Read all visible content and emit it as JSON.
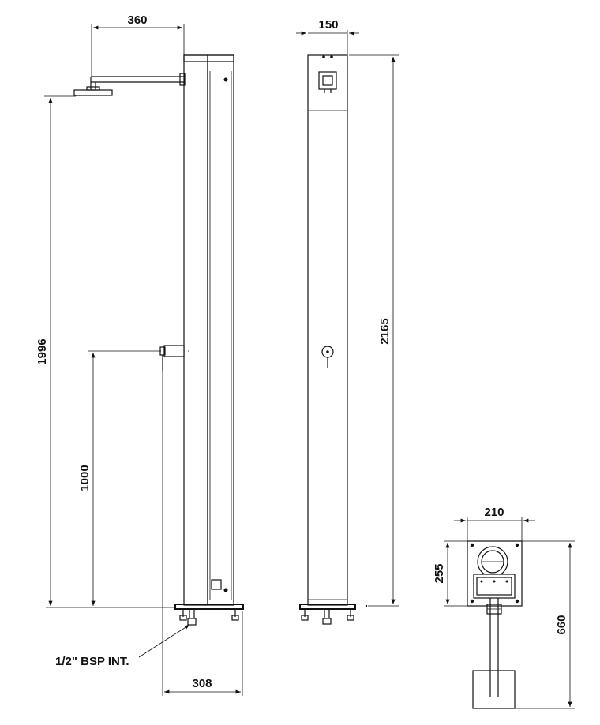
{
  "side_view": {
    "dim_arm_length": "360",
    "dim_showerhead_height": "1996",
    "dim_tap_height": "1000",
    "dim_base_depth": "308",
    "inlet_note": "1/2\" BSP INT."
  },
  "front_view": {
    "dim_width": "150",
    "dim_total_height": "2165"
  },
  "plan_view": {
    "dim_plate_width": "210",
    "dim_plate_depth": "255",
    "dim_foundation_depth": "660"
  }
}
